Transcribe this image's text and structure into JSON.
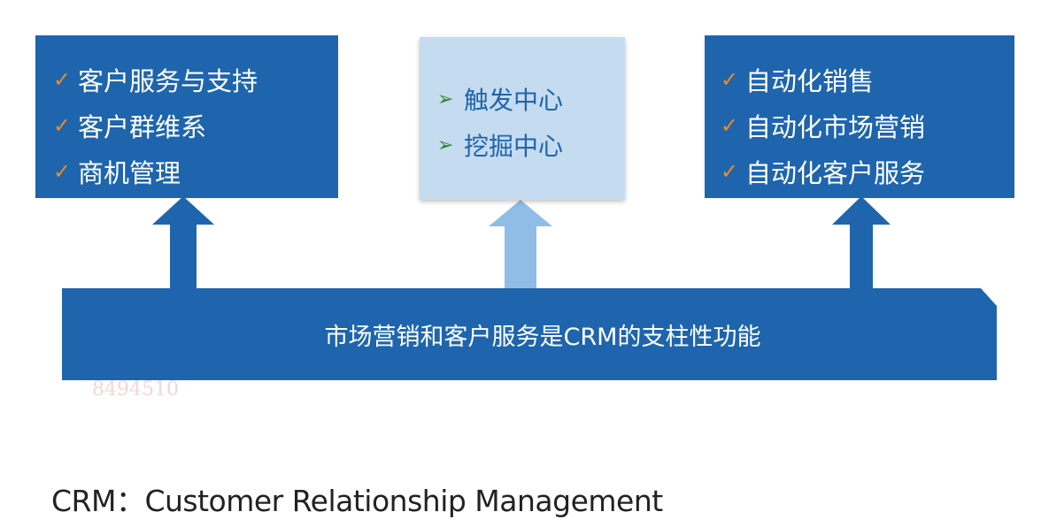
{
  "left_box": {
    "items": [
      "客户服务与支持",
      "客户群维系",
      "商机管理"
    ]
  },
  "middle_box": {
    "items": [
      "触发中心",
      "挖掘中心"
    ]
  },
  "right_box": {
    "items": [
      "自动化销售",
      "自动化市场营销",
      "自动化客户服务"
    ]
  },
  "band": {
    "text": "市场营销和客户服务是CRM的支柱性功能"
  },
  "watermark": "8494510",
  "footer": "CRM：Customer Relationship Management",
  "colors": {
    "dark_blue": "#1e65ad",
    "light_blue": "#c5dbf0",
    "mid_blue": "#8fbde6",
    "check": "#f08a1c",
    "pointer": "#2e8b2e"
  },
  "icons": {
    "check": "check-icon",
    "pointer": "arrow-pointer-icon"
  }
}
